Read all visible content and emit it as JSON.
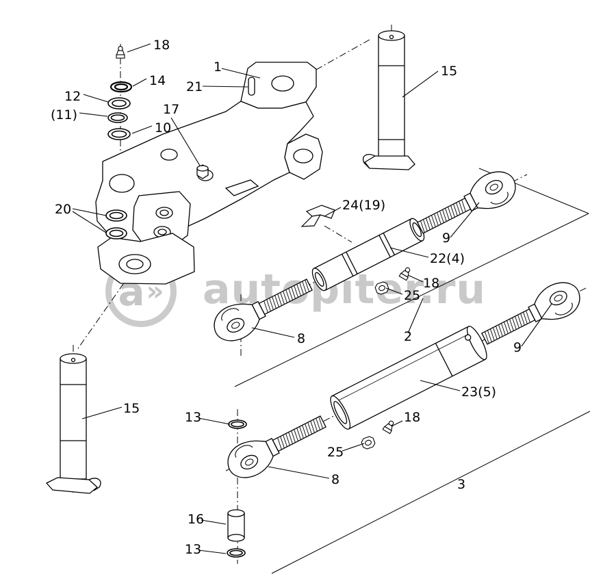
{
  "watermark": {
    "logo_a": "a",
    "logo_chevron": "»",
    "text": "autopiter.ru"
  },
  "labels": {
    "grease_top": "18",
    "washer_14": "14",
    "ring_12": "12",
    "ring_11": "(11)",
    "ring_10": "10",
    "bracket_1": "1",
    "slot_21": "21",
    "nut_17": "17",
    "pin_top_15": "15",
    "rings_20": "20",
    "clip_24": "24(19)",
    "turnbuckle_22": "22(4)",
    "grease_mid_18": "18",
    "nut_mid_25": "25",
    "clevis_top_9": "9",
    "clevis_mid_8": "8",
    "assembly_2": "2",
    "clevis_low_9": "9",
    "pin_bottom_15": "15",
    "ring_top_13": "13",
    "tube_23": "23(5)",
    "grease_bot_18": "18",
    "nut_bot_25": "25",
    "clevis_bot_8": "8",
    "assembly_3": "3",
    "pin_16": "16",
    "ring_bot_13": "13"
  }
}
